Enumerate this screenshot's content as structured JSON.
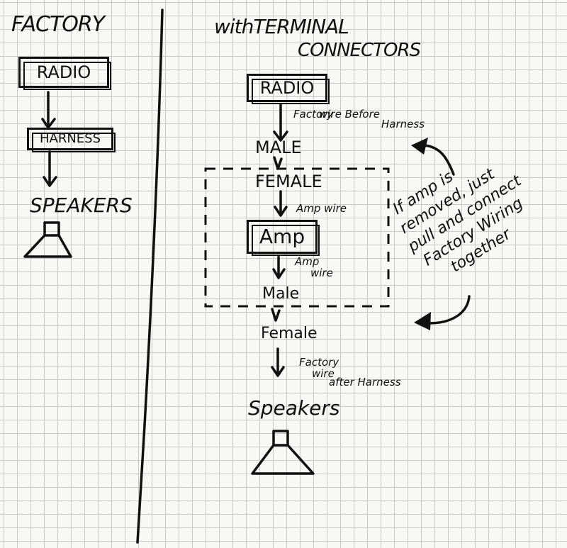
{
  "factory": {
    "title": "FACTORY",
    "radio": "RADIO",
    "harness": "HARNESS",
    "speakers": "SPEAKERS"
  },
  "terminal": {
    "title_line1": "withTERMINAL",
    "title_line2": "CONNECTORS",
    "radio": "RADIO",
    "wire_before_line1": "Factory",
    "wire_before_line2": "wire Before",
    "wire_before_line3": "Harness",
    "male_upper": "MALE",
    "female_upper": "FEMALE",
    "amp_wire_1": "Amp wire",
    "amp": "Amp",
    "amp_wire_2_line1": "Amp",
    "amp_wire_2_line2": "wire",
    "male_lower": "Male",
    "female_lower": "Female",
    "wire_after_line1": "Factory",
    "wire_after_line2": "wire",
    "wire_after_line3": "after Harness",
    "speakers": "Speakers"
  },
  "note": {
    "lines": [
      "If amp is",
      "removed, just",
      "pull and connect",
      "Factory Wiring",
      "together"
    ]
  },
  "colors": {
    "ink": "#111111",
    "grid": "#c9c9c9",
    "paper": "#f8f8f6"
  }
}
